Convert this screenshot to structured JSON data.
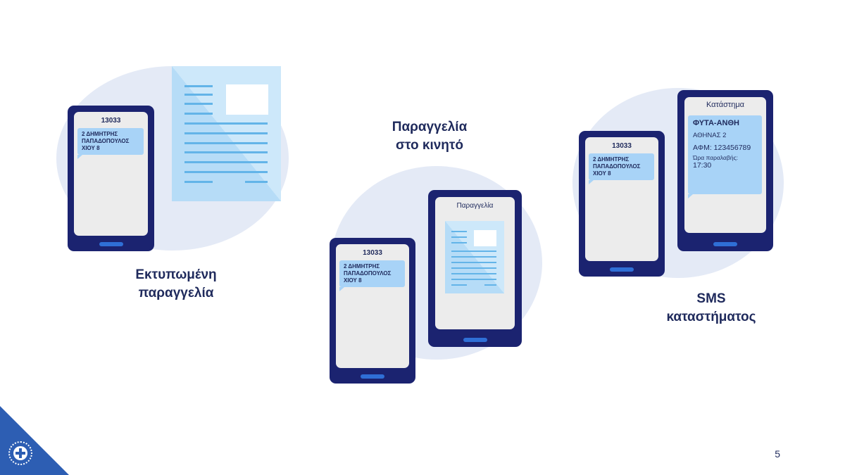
{
  "sections": {
    "printed": {
      "label_line1": "Εκτυπωμένη",
      "label_line2": "παραγγελία"
    },
    "mobile": {
      "label_line1": "Παραγγελία",
      "label_line2": "στο κινητό",
      "phone_header": "Παραγγελία"
    },
    "store_sms": {
      "label_line1": "SMS",
      "label_line2": "καταστήματος",
      "phone_header": "Κατάστημα"
    }
  },
  "sms": {
    "sender": "13033",
    "line1": "2 ΔΗΜΗΤΡΗΣ",
    "line2": "ΠΑΠΑΔΟΠΟΥΛΟΣ",
    "line3": "ΧΙΟΥ 8"
  },
  "store_message": {
    "name": "ΦΥΤΑ-ΑΝΘΗ",
    "address": "ΑΘΗΝΑΣ 2",
    "afm": "ΑΦΜ: 123456789",
    "pickup_label": "Ώρα παραλαβής:",
    "pickup_time": "17:30"
  },
  "page_number": "5",
  "colors": {
    "navy": "#1b2370",
    "bubble": "#a8d3f7",
    "circle": "#e4eaf6",
    "corner": "#2d5eb3"
  }
}
